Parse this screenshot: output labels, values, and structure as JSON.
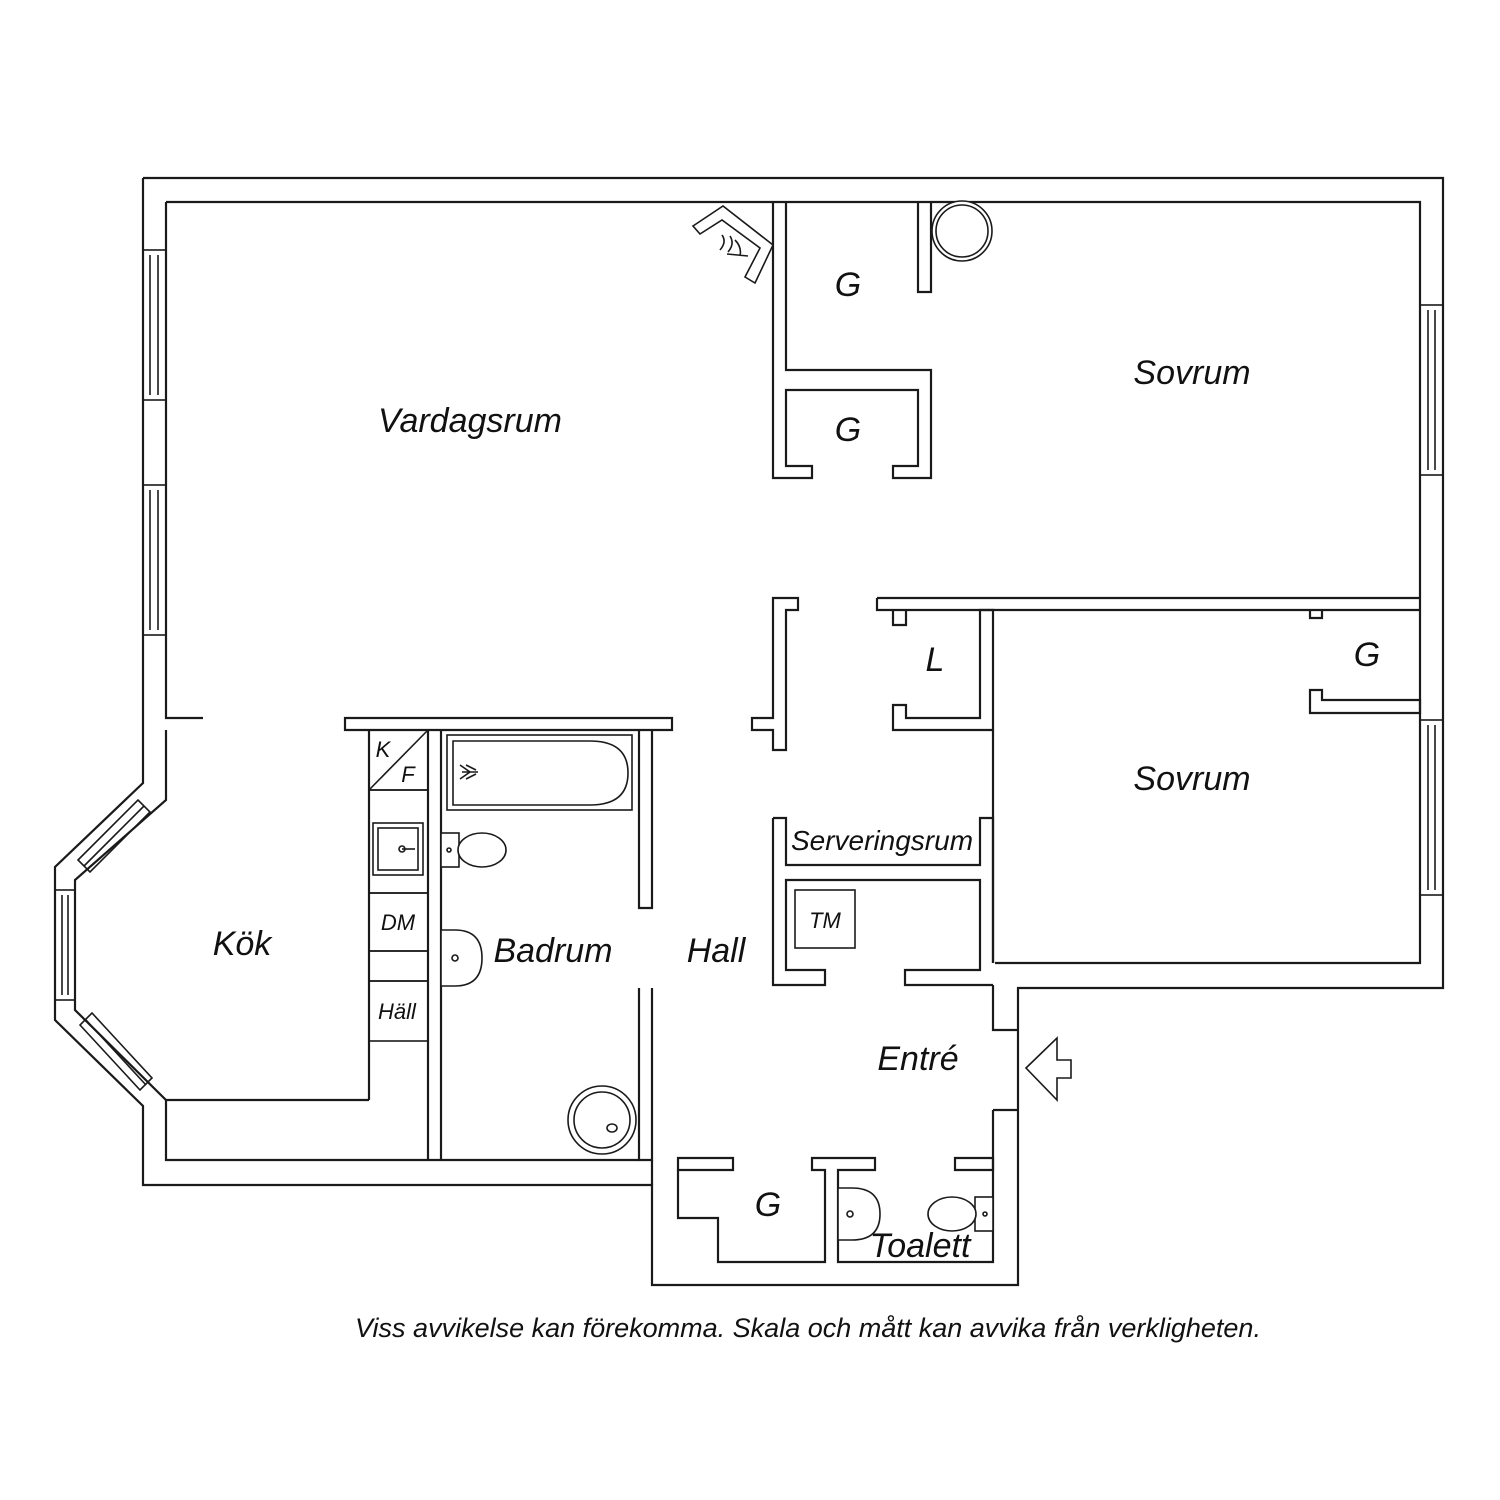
{
  "rooms": {
    "vardagsrum": "Vardagsrum",
    "sovrum_top": "Sovrum",
    "sovrum_mid": "Sovrum",
    "kok": "Kök",
    "badrum": "Badrum",
    "hall": "Hall",
    "entre": "Entré",
    "toalett": "Toalett",
    "serveringsrum": "Serveringsrum"
  },
  "closets": {
    "g1": "G",
    "g2": "G",
    "g3": "G",
    "g4": "G",
    "l": "L",
    "tm": "TM"
  },
  "kitchen": {
    "k": "K",
    "f": "F",
    "dm": "DM",
    "hall": "Häll"
  },
  "disclaimer": "Viss avvikelse kan förekomma. Skala och mått kan avvika från verkligheten.",
  "colors": {
    "line": "#1a1a1a",
    "background": "#ffffff"
  }
}
